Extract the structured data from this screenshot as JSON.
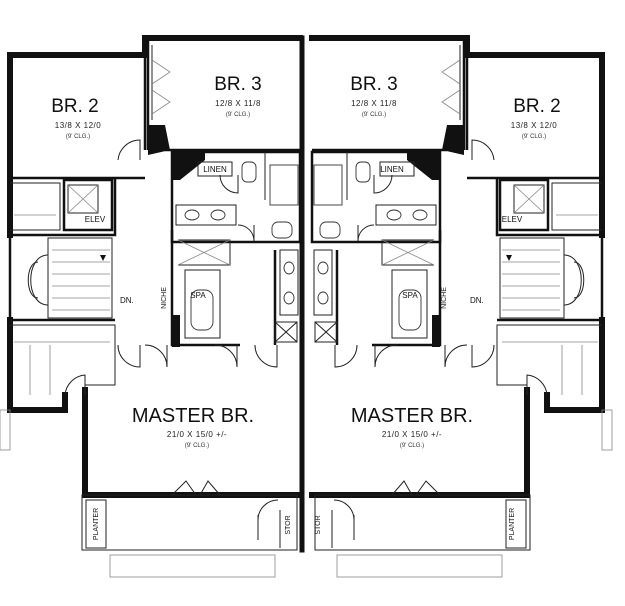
{
  "left_unit": {
    "br2": {
      "name": "BR. 2",
      "dim": "13/8 X 12/0",
      "clg": "(9' CLG.)"
    },
    "br3": {
      "name": "BR. 3",
      "dim": "12/8 X 11/8",
      "clg": "(9' CLG.)"
    },
    "master": {
      "name": "MASTER BR.",
      "dim": "21/0 X 15/0 +/-",
      "clg": "(9' CLG.)"
    },
    "linen": "LINEN",
    "elev": "ELEV",
    "spa": "SPA",
    "niche": "NICHE",
    "dn": "DN.",
    "planter": "PLANTER",
    "stor": "STOR"
  },
  "right_unit": {
    "br2": {
      "name": "BR. 2",
      "dim": "13/8 X 12/0",
      "clg": "(9' CLG.)"
    },
    "br3": {
      "name": "BR. 3",
      "dim": "12/8 X 11/8",
      "clg": "(9' CLG.)"
    },
    "master": {
      "name": "MASTER BR.",
      "dim": "21/0 X 15/0 +/-",
      "clg": "(9' CLG.)"
    },
    "linen": "LINEN",
    "elev": "ELEV",
    "spa": "SPA",
    "niche": "NICHE",
    "dn": "DN.",
    "planter": "PLANTER",
    "stor": "STOR"
  }
}
